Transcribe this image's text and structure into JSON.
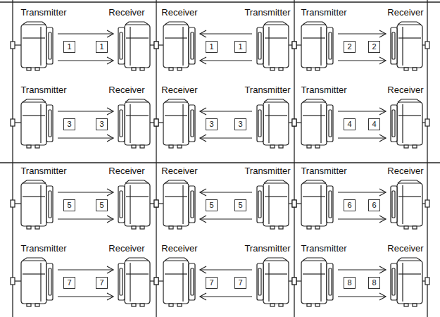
{
  "diagram": {
    "nodes": [
      {
        "text": [
          "Transmitter"
        ]
      },
      {
        "text": [
          "Receiver"
        ]
      },
      {
        "text": [
          "Receiver"
        ]
      },
      {
        "text": [
          "Transmitter"
        ]
      },
      {
        "text": [
          "Transmitter"
        ]
      },
      {
        "text": [
          "Receiver"
        ]
      },
      {
        "text": [
          "Transmitter"
        ]
      },
      {
        "text": [
          "Receiver"
        ]
      },
      {
        "text": [
          "Receiver"
        ]
      },
      {
        "text": [
          "Transmitter"
        ]
      },
      {
        "text": [
          "Transmitter"
        ]
      },
      {
        "text": [
          "Receiver"
        ]
      },
      {
        "text": [
          "Transmitter"
        ]
      },
      {
        "text": [
          "Receiver"
        ]
      },
      {
        "text": [
          "Receiver"
        ]
      },
      {
        "text": [
          "Transmitter"
        ]
      },
      {
        "text": [
          "Transmitter"
        ]
      },
      {
        "text": [
          "Receiver"
        ]
      },
      {
        "text": [
          "Transmitter"
        ]
      },
      {
        "text": [
          "Receiver"
        ]
      },
      {
        "text": [
          "Receiver"
        ]
      },
      {
        "text": [
          "Transmitter"
        ]
      },
      {
        "text": [
          "Transmitter"
        ]
      },
      {
        "text": [
          "Receiver"
        ]
      }
    ],
    "edges": [
      {
        "from": 0,
        "to": 1,
        "arrow": "to"
      },
      {
        "from": 0,
        "to": 1,
        "arrow": "to"
      },
      {
        "from": 3,
        "to": 2,
        "arrow": "to"
      },
      {
        "from": 3,
        "to": 2,
        "arrow": "to"
      },
      {
        "from": 4,
        "to": 5,
        "arrow": "to"
      },
      {
        "from": 4,
        "to": 5,
        "arrow": "to"
      },
      {
        "from": 6,
        "to": 7,
        "arrow": "to"
      },
      {
        "from": 6,
        "to": 7,
        "arrow": "to"
      },
      {
        "from": 9,
        "to": 8,
        "arrow": "to"
      },
      {
        "from": 9,
        "to": 8,
        "arrow": "to"
      },
      {
        "from": 10,
        "to": 11,
        "arrow": "to"
      },
      {
        "from": 10,
        "to": 11,
        "arrow": "to"
      },
      {
        "from": 12,
        "to": 13,
        "arrow": "to"
      },
      {
        "from": 12,
        "to": 13,
        "arrow": "to"
      },
      {
        "from": 15,
        "to": 14,
        "arrow": "to"
      },
      {
        "from": 15,
        "to": 14,
        "arrow": "to"
      },
      {
        "from": 16,
        "to": 17,
        "arrow": "to"
      },
      {
        "from": 16,
        "to": 17,
        "arrow": "to"
      },
      {
        "from": 18,
        "to": 19,
        "arrow": "to"
      },
      {
        "from": 18,
        "to": 19,
        "arrow": "to"
      },
      {
        "from": 21,
        "to": 20,
        "arrow": "to"
      },
      {
        "from": 21,
        "to": 20,
        "arrow": "to"
      },
      {
        "from": 22,
        "to": 23,
        "arrow": "to"
      },
      {
        "from": 22,
        "to": 23,
        "arrow": "to"
      }
    ],
    "labels": [
      "1",
      "1",
      "1",
      "1",
      "2",
      "2",
      "3",
      "3",
      "3",
      "3",
      "4",
      "4",
      "5",
      "5",
      "5",
      "5",
      "6",
      "6",
      "7",
      "7",
      "7",
      "7",
      "8",
      "8"
    ]
  }
}
